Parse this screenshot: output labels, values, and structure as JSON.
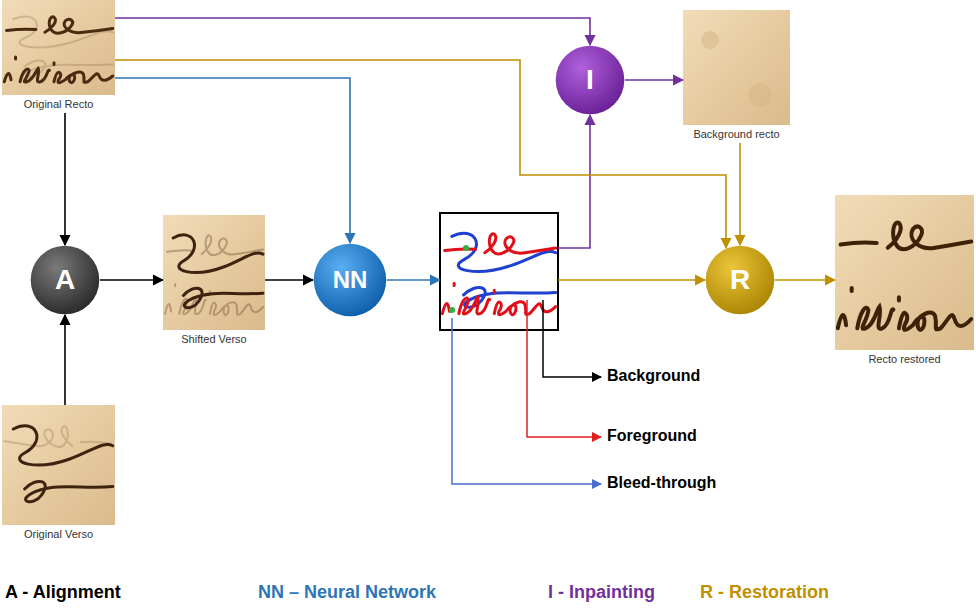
{
  "diagram": {
    "nodes": [
      {
        "text": [
          "Original Recto"
        ]
      },
      {
        "text": [
          "I"
        ]
      },
      {
        "text": [
          "Background recto"
        ]
      },
      {
        "text": [
          "A"
        ]
      },
      {
        "text": [
          "Shifted Verso"
        ]
      },
      {
        "text": [
          "NN"
        ]
      },
      {
        "text": []
      },
      {
        "text": [
          "R"
        ]
      },
      {
        "text": [
          "Recto restored"
        ]
      },
      {
        "text": [
          "Original Verso"
        ]
      }
    ],
    "edges": [
      {
        "from": 0,
        "to": 3,
        "arrow": "to"
      },
      {
        "from": 9,
        "to": 3,
        "arrow": "to"
      },
      {
        "from": 3,
        "to": 4,
        "arrow": "to"
      },
      {
        "from": 4,
        "to": 5,
        "arrow": "to"
      },
      {
        "from": 0,
        "to": 5,
        "arrow": "to"
      },
      {
        "from": 0,
        "to": 1,
        "arrow": "to"
      },
      {
        "from": 5,
        "to": 6,
        "arrow": "to"
      },
      {
        "from": 6,
        "to": 1,
        "arrow": "to"
      },
      {
        "from": 1,
        "to": 2,
        "arrow": "to"
      },
      {
        "from": 0,
        "to": 7,
        "arrow": "to"
      },
      {
        "from": 2,
        "to": 7,
        "arrow": "to"
      },
      {
        "from": 6,
        "to": 7,
        "arrow": "to"
      },
      {
        "from": 7,
        "to": 8,
        "arrow": "to"
      }
    ],
    "labels": [
      "Background",
      "Foreground",
      "Bleed-through"
    ],
    "legend": [
      {
        "text": "A - Alignment",
        "color": "#000000"
      },
      {
        "text": "NN – Neural Network",
        "color": "#2e75b6"
      },
      {
        "text": "I - Inpainting",
        "color": "#7030a0"
      },
      {
        "text": "R - Restoration",
        "color": "#c09000"
      }
    ]
  }
}
